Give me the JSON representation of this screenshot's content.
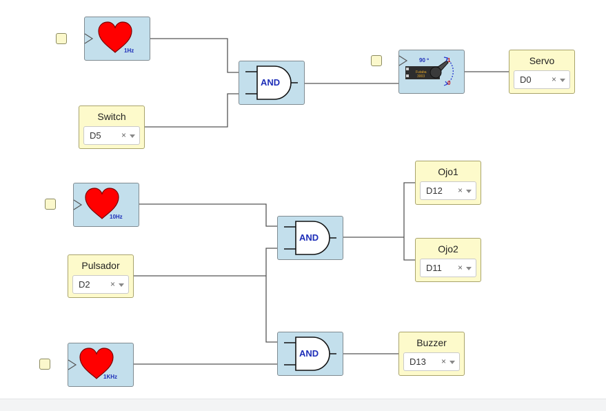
{
  "clocks": [
    {
      "name": "clock-1hz",
      "freq": "1Hz"
    },
    {
      "name": "clock-10hz",
      "freq": "10Hz"
    },
    {
      "name": "clock-1khz",
      "freq": "1KHz"
    }
  ],
  "gates": [
    {
      "name": "and-gate-top",
      "label": "AND"
    },
    {
      "name": "and-gate-middle",
      "label": "AND"
    },
    {
      "name": "and-gate-bottom",
      "label": "AND"
    }
  ],
  "servo_block": {
    "angle": "90 º",
    "plus": "1",
    "minus": "0",
    "brand": "Futaba",
    "model": "3003"
  },
  "io_blocks": [
    {
      "name": "switch",
      "label": "Switch",
      "pin": "D5"
    },
    {
      "name": "servo",
      "label": "Servo",
      "pin": "D0"
    },
    {
      "name": "pulsador",
      "label": "Pulsador",
      "pin": "D2"
    },
    {
      "name": "ojo1",
      "label": "Ojo1",
      "pin": "D12"
    },
    {
      "name": "ojo2",
      "label": "Ojo2",
      "pin": "D11"
    },
    {
      "name": "buzzer",
      "label": "Buzzer",
      "pin": "D13"
    }
  ],
  "clear_glyph": "×",
  "colors": {
    "block": "#c3dfec",
    "io": "#fdfacb",
    "heart": "#ff0000",
    "wire": "#555555",
    "gate_text": "#1d2eb8"
  }
}
